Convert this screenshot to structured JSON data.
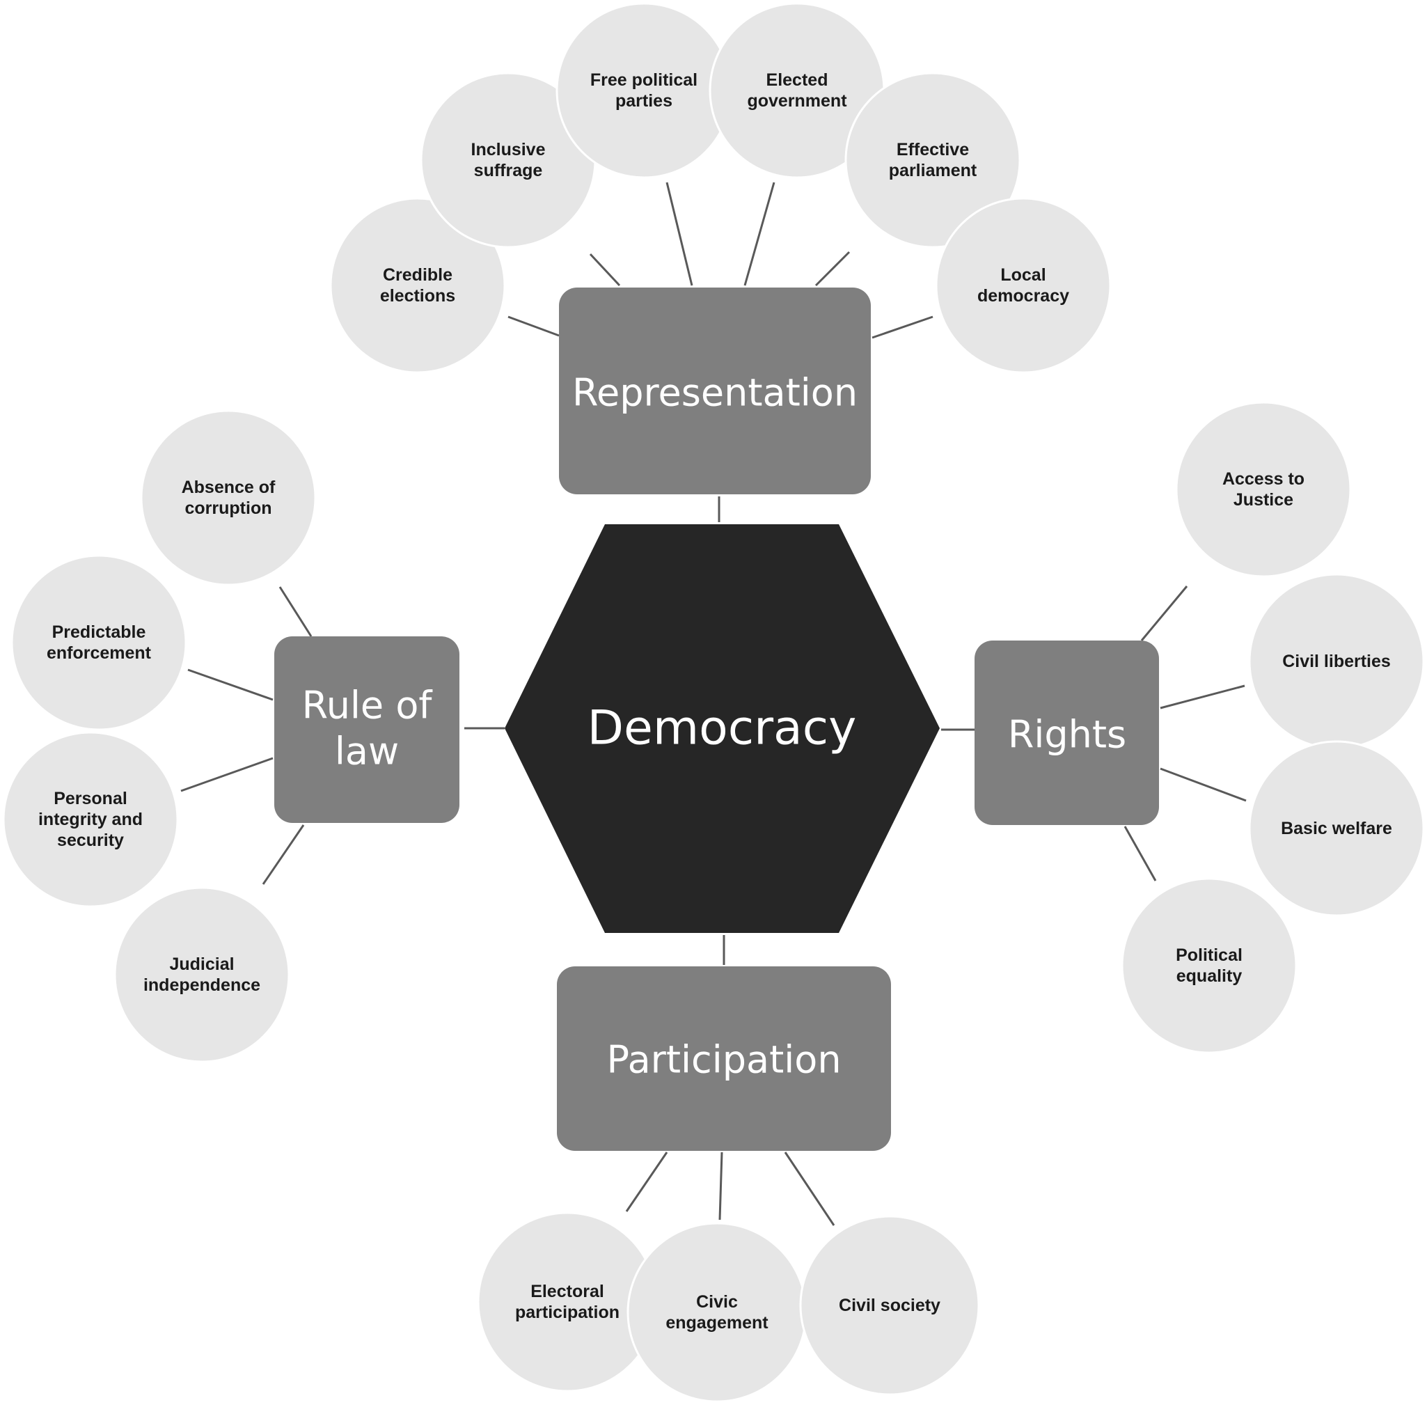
{
  "center": {
    "label": "Democracy"
  },
  "colors": {
    "center": "#262626",
    "node": "#7f7f7f",
    "leaf": "#e6e6e6",
    "line": "#595959",
    "leaf_text": "#1a1a1a"
  },
  "nodes": {
    "representation": {
      "label": [
        "Representation"
      ],
      "leaves": [
        [
          "Credible",
          "elections"
        ],
        [
          "Inclusive",
          "suffrage"
        ],
        [
          "Free political",
          "parties"
        ],
        [
          "Elected",
          "government"
        ],
        [
          "Effective",
          "parliament"
        ],
        [
          "Local",
          "democracy"
        ]
      ]
    },
    "rule_of_law": {
      "label": [
        "Rule of",
        "law"
      ],
      "leaves": [
        [
          "Absence of",
          "corruption"
        ],
        [
          "Predictable",
          "enforcement"
        ],
        [
          "Personal",
          "integrity and",
          "security"
        ],
        [
          "Judicial",
          "independence"
        ]
      ]
    },
    "rights": {
      "label": [
        "Rights"
      ],
      "leaves": [
        [
          "Access to",
          "Justice"
        ],
        [
          "Civil liberties"
        ],
        [
          "Basic welfare"
        ],
        [
          "Political",
          "equality"
        ]
      ]
    },
    "participation": {
      "label": [
        "Participation"
      ],
      "leaves": [
        [
          "Electoral",
          "participation"
        ],
        [
          "Civic",
          "engagement"
        ],
        [
          "Civil society"
        ]
      ]
    }
  }
}
